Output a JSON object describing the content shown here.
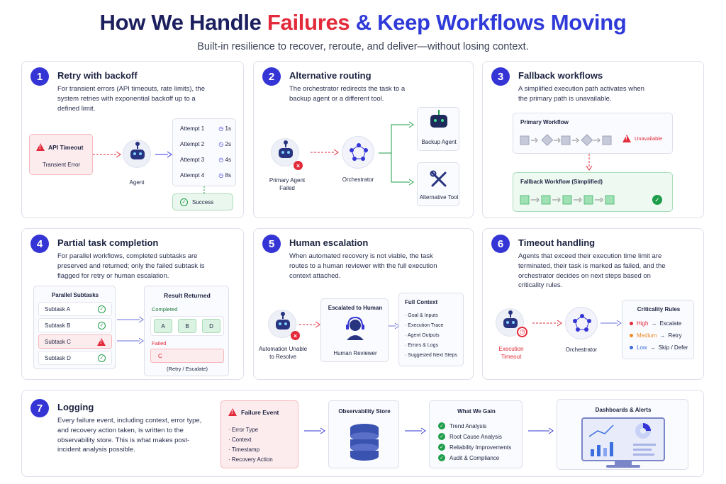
{
  "header": {
    "title_part1": "How We Handle ",
    "title_part2": "Failures",
    "title_part3": " & Keep Workflows Moving",
    "subtitle": "Built-in resilience to recover, reroute, and deliver—without losing context."
  },
  "colors": {
    "accent": "#3535d6",
    "danger": "#e22a3a",
    "success": "#1e9e4a",
    "warning": "#f08a24"
  },
  "p1": {
    "num": "1",
    "title": "Retry with backoff",
    "desc": "For transient errors (API timeouts, rate limits), the system retries with exponential backoff up to a defined limit.",
    "error_title": "API Timeout",
    "error_sub": "Transient Error",
    "agent": "Agent",
    "attempts": [
      {
        "label": "Attempt 1",
        "time": "1s"
      },
      {
        "label": "Attempt 2",
        "time": "2s"
      },
      {
        "label": "Attempt 3",
        "time": "4s"
      },
      {
        "label": "Attempt 4",
        "time": "8s"
      }
    ],
    "success": "Success"
  },
  "p2": {
    "num": "2",
    "title": "Alternative routing",
    "desc": "The orchestrator redirects the task to a backup agent or a different tool.",
    "failed_agent": "Primary Agent Failed",
    "orchestrator": "Orchestrator",
    "backup": "Backup Agent",
    "tool": "Alternative Tool"
  },
  "p3": {
    "num": "3",
    "title": "Fallback workflows",
    "desc": "A simplified execution path activates when the primary path is unavailable.",
    "primary": "Primary Workflow",
    "unavailable": "Unavailable",
    "fallback": "Fallback Workflow (Simplified)"
  },
  "p4": {
    "num": "4",
    "title": "Partial task completion",
    "desc": "For parallel workflows, completed subtasks are preserved and returned; only the failed subtask is flagged for retry or human escalation.",
    "parallel_title": "Parallel Subtasks",
    "subtasks": [
      "Subtask A",
      "Subtask B",
      "Subtask C",
      "Subtask D"
    ],
    "result_title": "Result Returned",
    "completed": "Completed",
    "completed_items": [
      "A",
      "B",
      "D"
    ],
    "failed": "Failed",
    "failed_item": "C",
    "failed_note": "(Retry / Escalate)"
  },
  "p5": {
    "num": "5",
    "title": "Human escalation",
    "desc": "When automated recovery is not viable, the task routes to a human reviewer with the full execution context attached.",
    "auto_label": "Automation Unable to Resolve",
    "escalated": "Escalated to Human",
    "reviewer": "Human Reviewer",
    "context_title": "Full Context",
    "context_items": [
      "Goal & Inputs",
      "Execution Trace",
      "Agent Outputs",
      "Errors & Logs",
      "Suggested Next Steps"
    ]
  },
  "p6": {
    "num": "6",
    "title": "Timeout handling",
    "desc": "Agents that exceed their execution time limit are terminated, their task is marked as failed, and the orchestrator decides on next steps based on criticality rules.",
    "timeout_label": "Execution Timeout",
    "orchestrator": "Orchestrator",
    "rules_title": "Criticality Rules",
    "rules": [
      {
        "level": "High",
        "action": "Escalate",
        "color": "#e22a3a"
      },
      {
        "level": "Medium",
        "action": "Retry",
        "color": "#f08a24"
      },
      {
        "level": "Low",
        "action": "Skip / Defer",
        "color": "#3b6fe0"
      }
    ]
  },
  "p7": {
    "num": "7",
    "title": "Logging",
    "desc": "Every failure event, including context, error type, and recovery action taken, is written to the observability store. This is what makes post-incident analysis possible.",
    "event_title": "Failure Event",
    "event_items": [
      "Error Type",
      "Context",
      "Timestamp",
      "Recovery Action"
    ],
    "store_title": "Observability Store",
    "gain_title": "What We Gain",
    "gain_items": [
      "Trend Analysis",
      "Root Cause Analysis",
      "Reliability Improvements",
      "Audit & Compliance"
    ],
    "dash_title": "Dashboards & Alerts"
  }
}
